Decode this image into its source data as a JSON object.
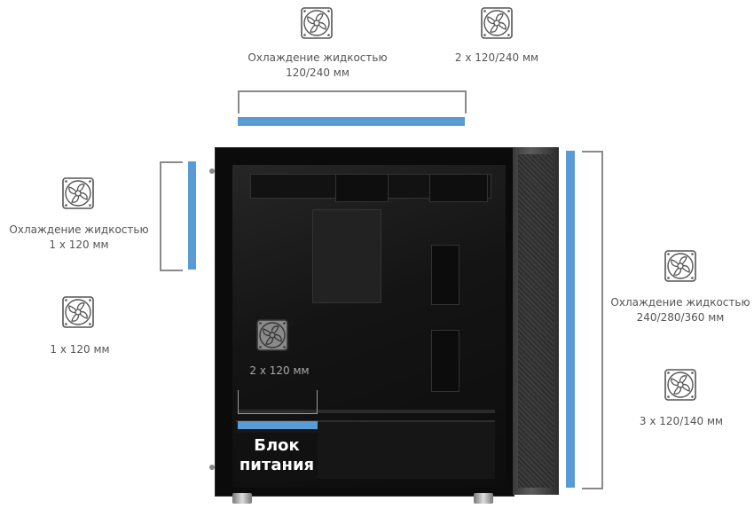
{
  "labels": {
    "top_liquid": "Охлаждение жидкостью\n120/240 мм",
    "top_fans": "2 x 120/240 мм",
    "rear_liquid": "Охлаждение жидкостью\n1 x 120 мм",
    "rear_fan": "1 x 120 мм",
    "bottom_fans": "2 x 120 мм",
    "front_liquid": "Охлаждение жидкостью\n240/280/360 мм",
    "front_fans": "3 x 120/140 мм",
    "psu": "Блок\nпитания"
  },
  "colors": {
    "accent": "#5b9bd5",
    "bracket": "#8a8a8a"
  },
  "icons": [
    "fan-icon"
  ]
}
